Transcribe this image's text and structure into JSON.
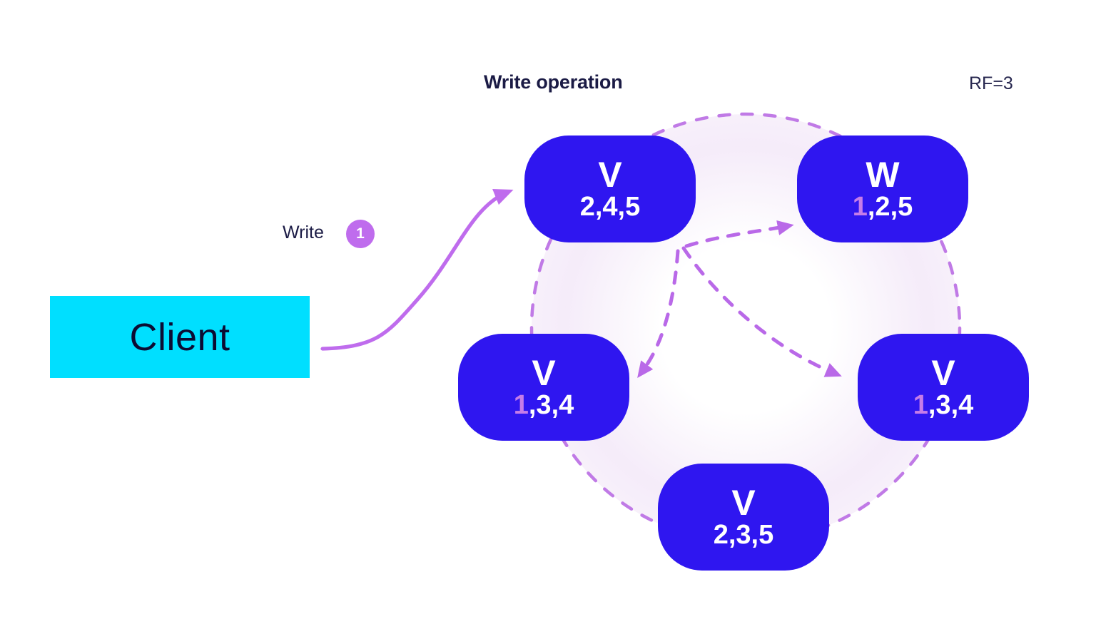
{
  "header": {
    "title": "Write operation",
    "rf_label": "RF=3"
  },
  "client": {
    "label": "Client"
  },
  "write_action": {
    "label": "Write",
    "step_badge": "1"
  },
  "colors": {
    "node_blue": "#2f16f0",
    "client_cyan": "#00dfff",
    "accent_purple": "#bf6ced",
    "highlight_pink": "#c77de8",
    "text_navy": "#1b1b45",
    "ring_glow": "#f3e8f8"
  },
  "nodes": [
    {
      "id": "node-top-left",
      "letter": "V",
      "values_prefix": "",
      "values_highlight": "",
      "values_rest": "2,4,5",
      "values_full": "2,4,5"
    },
    {
      "id": "node-top-right",
      "letter": "W",
      "values_highlight": "1",
      "values_rest": ",2,5",
      "values_full": "1,2,5"
    },
    {
      "id": "node-left",
      "letter": "V",
      "values_highlight": "1",
      "values_rest": ",3,4",
      "values_full": "1,3,4"
    },
    {
      "id": "node-right",
      "letter": "V",
      "values_highlight": "1",
      "values_rest": ",3,4",
      "values_full": "1,3,4"
    },
    {
      "id": "node-bottom",
      "letter": "V",
      "values_highlight": "",
      "values_rest": "2,3,5",
      "values_full": "2,3,5"
    }
  ],
  "edges": {
    "client_to_coordinator": "solid-curved-arrow",
    "replication_arrows": [
      "coordinator-to-top-right",
      "coordinator-to-left",
      "coordinator-to-right"
    ],
    "ring_style": "dashed-circle"
  }
}
